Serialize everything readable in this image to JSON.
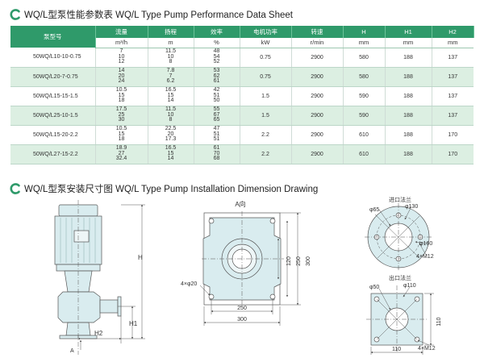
{
  "section1": {
    "title": "WQ/L型泵性能参数表 WQ/L Type Pump Performance Data Sheet"
  },
  "section2": {
    "title": "WQ/L型泵安装尺寸图 WQ/L Type Pump Installation Dimension Drawing"
  },
  "colors": {
    "accent": "#2f9a6a",
    "row_alt": "#dcefe2",
    "drawing_fill": "#d9ecef",
    "line": "#555555"
  },
  "table": {
    "headers": [
      "泵型号",
      "流量",
      "扬程",
      "效率",
      "电机功率",
      "转速",
      "H",
      "H1",
      "H2"
    ],
    "units": [
      "m³/h",
      "m",
      "%",
      "kW",
      "r/min",
      "mm",
      "mm",
      "mm"
    ],
    "rows": [
      {
        "model": "50WQ/L10-10-0.75",
        "flow": [
          "7",
          "10",
          "12"
        ],
        "head": [
          "11.5",
          "10",
          "8"
        ],
        "eff": [
          "48",
          "54",
          "52"
        ],
        "power": "0.75",
        "speed": "2900",
        "h": "580",
        "h1": "188",
        "h2": "137"
      },
      {
        "model": "50WQ/L20-7-0.75",
        "flow": [
          "14",
          "20",
          "24"
        ],
        "head": [
          "7.8",
          "7",
          "6.2"
        ],
        "eff": [
          "53",
          "62",
          "61"
        ],
        "power": "0.75",
        "speed": "2900",
        "h": "580",
        "h1": "188",
        "h2": "137"
      },
      {
        "model": "50WQ/L15-15-1.5",
        "flow": [
          "10.5",
          "15",
          "18"
        ],
        "head": [
          "16.5",
          "15",
          "14"
        ],
        "eff": [
          "42",
          "51",
          "50"
        ],
        "power": "1.5",
        "speed": "2900",
        "h": "590",
        "h1": "188",
        "h2": "137"
      },
      {
        "model": "50WQ/L25-10-1.5",
        "flow": [
          "17.5",
          "25",
          "30"
        ],
        "head": [
          "11.5",
          "10",
          "8"
        ],
        "eff": [
          "55",
          "67",
          "65"
        ],
        "power": "1.5",
        "speed": "2900",
        "h": "590",
        "h1": "188",
        "h2": "137"
      },
      {
        "model": "50WQ/L15-20-2.2",
        "flow": [
          "10.5",
          "15",
          "18"
        ],
        "head": [
          "22.5",
          "20",
          "17.3"
        ],
        "eff": [
          "47",
          "51",
          "51"
        ],
        "power": "2.2",
        "speed": "2900",
        "h": "610",
        "h1": "188",
        "h2": "170"
      },
      {
        "model": "50WQ/L27-15-2.2",
        "flow": [
          "18.9",
          "27",
          "32.4"
        ],
        "head": [
          "16.5",
          "15",
          "14"
        ],
        "eff": [
          "61",
          "70",
          "68"
        ],
        "power": "2.2",
        "speed": "2900",
        "h": "610",
        "h1": "188",
        "h2": "170"
      }
    ]
  },
  "drawing": {
    "side": {
      "h_label": "H",
      "h1_label": "H1",
      "h2_label": "H2",
      "a_label": "A"
    },
    "plan": {
      "title": "A向",
      "dims": {
        "d120": "120",
        "d250v": "250",
        "d300v": "300",
        "d250h": "250",
        "d300h": "300"
      },
      "holes": "4×φ20"
    },
    "inlet": {
      "title": "进口法兰",
      "d65": "φ65",
      "d130": "φ130",
      "d160": "φ160",
      "bolts": "4×M12"
    },
    "outlet": {
      "title": "出口法兰",
      "d50": "φ50",
      "d110": "φ110",
      "s110v": "110",
      "s110h": "110",
      "bolts": "4×M12"
    }
  }
}
